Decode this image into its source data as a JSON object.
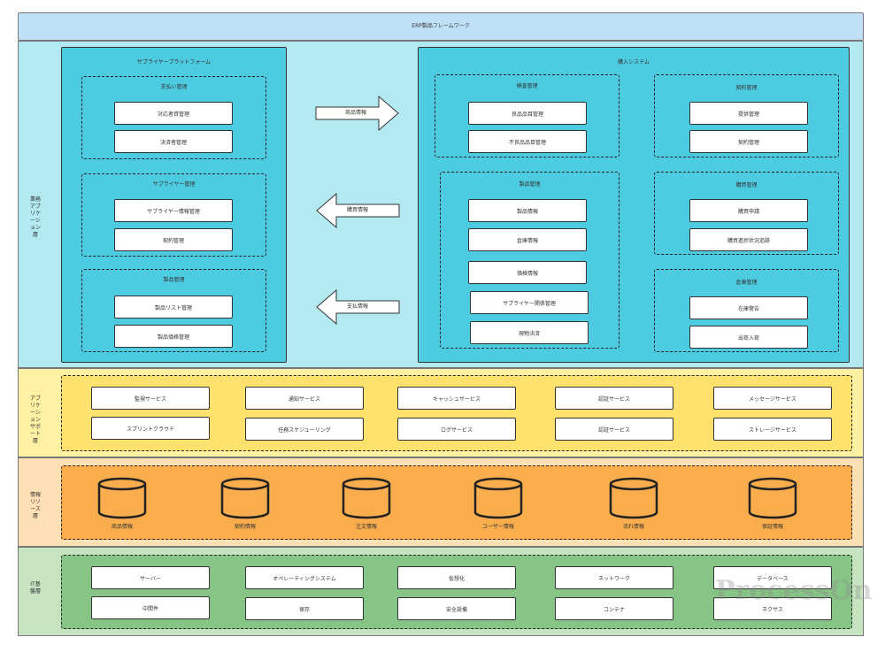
{
  "title": "ERP製品フレームワーク",
  "colors": {
    "title_bg": "#bfe0f7",
    "business_bg": "#b3eaf1",
    "panel_bg": "#4dcbe0",
    "support_bg": "#fff1a3",
    "support_inner": "#ffe16e",
    "info_bg": "#fde0b3",
    "info_inner": "#f9ad4c",
    "it_bg": "#c7e4c0",
    "it_inner": "#86c586"
  },
  "layers": {
    "business": "業務アプリケーション層",
    "support": "アプリケーションサポート層",
    "info": "情報リソース層",
    "it": "IT基盤層"
  },
  "supplier_platform": {
    "title": "サプライヤープラットフォーム",
    "groups": [
      {
        "title": "支払い管理",
        "items": [
          "対応者資管理",
          "決済者管理"
        ]
      },
      {
        "title": "サプライヤー管理",
        "items": [
          "サプライヤー情報管理",
          "契約管理"
        ]
      },
      {
        "title": "製品管理",
        "items": [
          "製品リスト管理",
          "製品価格管理"
        ]
      }
    ]
  },
  "arrows": [
    "商品情報",
    "購買情報",
    "支払情報"
  ],
  "purchase_system": {
    "title": "購入システム",
    "groups": [
      {
        "title": "検査管理",
        "items": [
          "良品品目管理",
          "不良品品目管理"
        ]
      },
      {
        "title": "製品管理",
        "items": [
          "製品情報",
          "倉庫情報",
          "価格情報",
          "サプライヤー関係管理",
          "現物決済"
        ]
      },
      {
        "title": "契約管理",
        "items": [
          "提供管理",
          "契約管理"
        ]
      },
      {
        "title": "購買管理",
        "items": [
          "購買申請",
          "購買進捗状況追跡"
        ]
      },
      {
        "title": "倉庫管理",
        "items": [
          "在庫警告",
          "出荷入荷"
        ]
      }
    ]
  },
  "support_services": [
    [
      "監視サービス",
      "スプリントクラウド"
    ],
    [
      "通知サービス",
      "任務スケジューリング"
    ],
    [
      "キャッシュサービス",
      "ログサービス"
    ],
    [
      "認証サービス",
      "認証サービス"
    ],
    [
      "メッセージサービス",
      "ストレージサービス"
    ]
  ],
  "info_resources": [
    "商品情報",
    "契約情報",
    "注文情報",
    "ユーザー情報",
    "流れ情報",
    "保証情報"
  ],
  "it_items": [
    [
      "サーバー",
      "中間件"
    ],
    [
      "オペレーティングシステム",
      "保存"
    ],
    [
      "仮想化",
      "安全設備"
    ],
    [
      "ネットワーク",
      "コンテナ"
    ],
    [
      "データベース",
      "ネクサス"
    ]
  ],
  "watermark": "ProcessOn"
}
